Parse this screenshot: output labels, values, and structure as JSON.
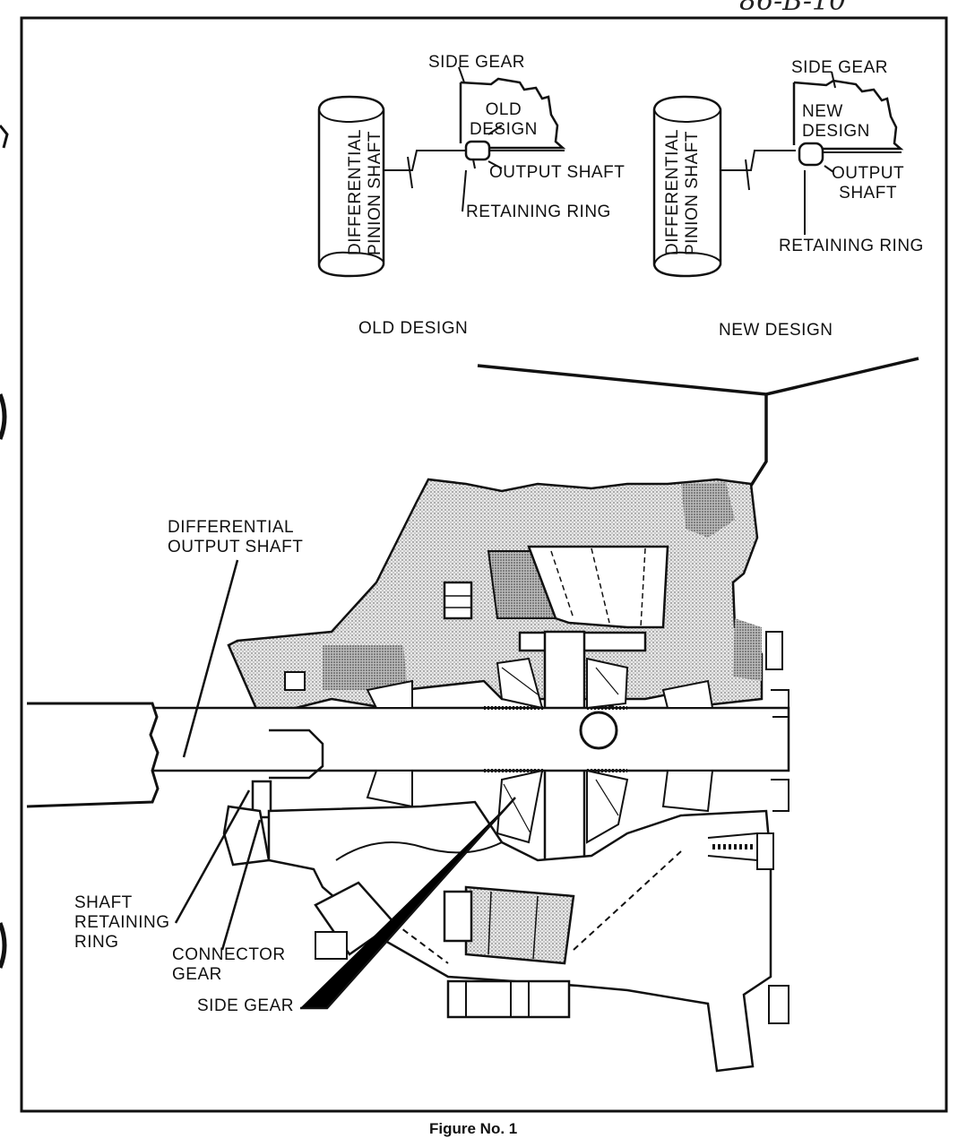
{
  "doc_id": "86-B-10",
  "caption": "Figure No. 1",
  "inset_old": {
    "section_label": "OLD DESIGN",
    "shaft_label": "DIFFERENTIAL\nPINION SHAFT",
    "side_gear": "SIDE GEAR",
    "design": "OLD\nDESIGN",
    "output_shaft": "OUTPUT SHAFT",
    "retaining_ring": "RETAINING RING"
  },
  "inset_new": {
    "section_label": "NEW DESIGN",
    "shaft_label": "DIFFERENTIAL\nPINION SHAFT",
    "side_gear": "SIDE GEAR",
    "design": "NEW\nDESIGN",
    "output_shaft": "OUTPUT\nSHAFT",
    "retaining_ring": "RETAINING RING"
  },
  "main": {
    "diff_output_shaft": "DIFFERENTIAL\nOUTPUT SHAFT",
    "shaft_retaining_ring": "SHAFT\nRETAINING\nRING",
    "connector_gear": "CONNECTOR\nGEAR",
    "side_gear": "SIDE GEAR"
  }
}
